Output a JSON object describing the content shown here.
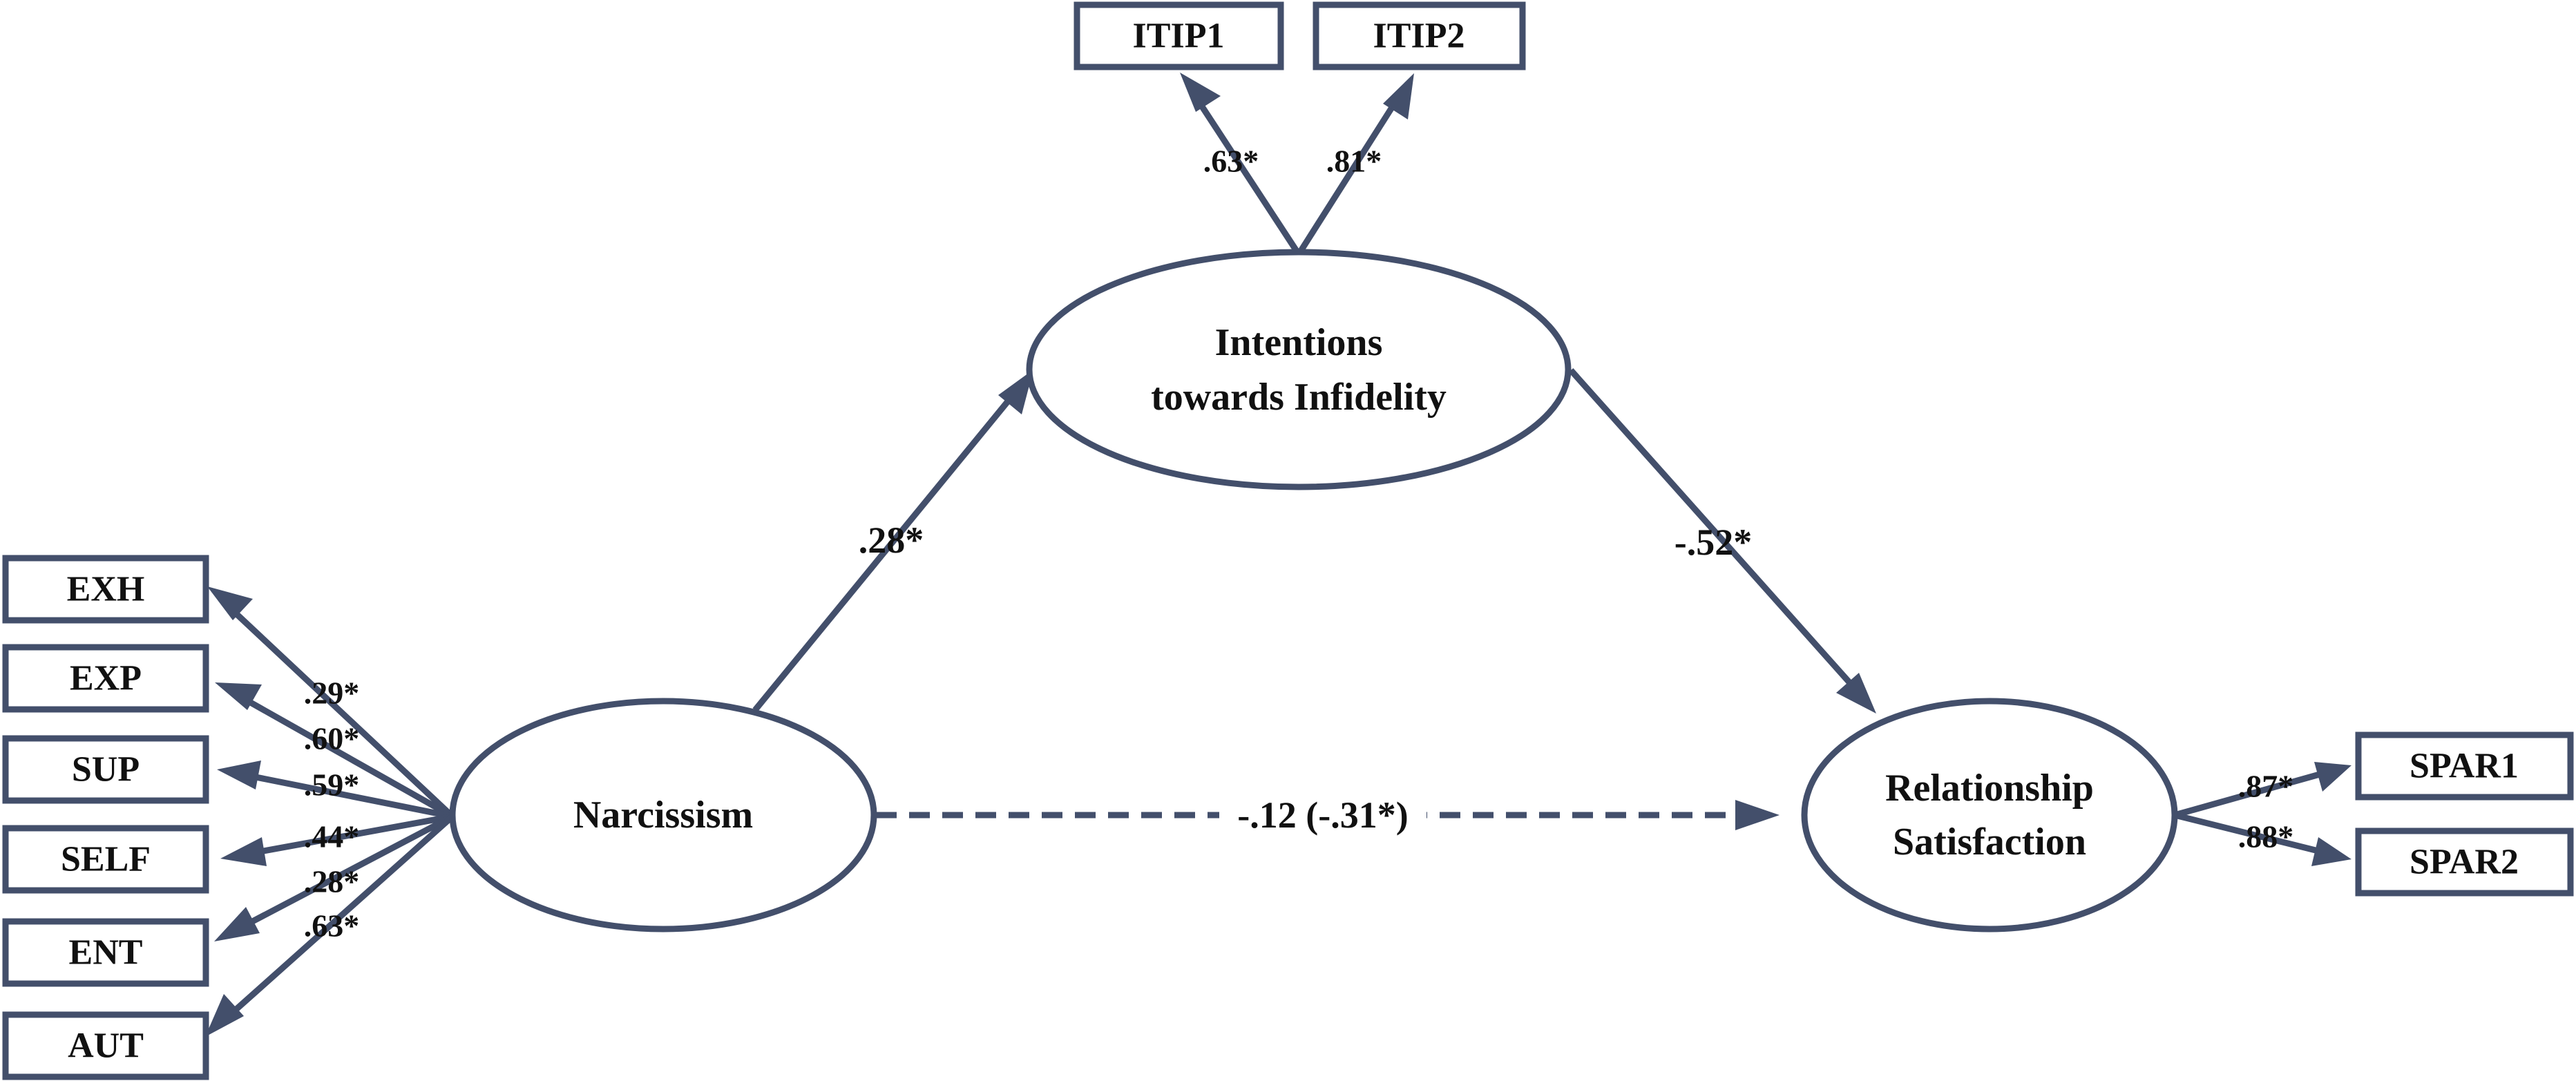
{
  "colors": {
    "stroke": "#434f6b",
    "text": "#111111"
  },
  "latents": {
    "narcissism": {
      "lines": [
        "Narcissism"
      ]
    },
    "infidelity": {
      "lines": [
        "Intentions",
        "towards Infidelity"
      ]
    },
    "satisfaction": {
      "lines": [
        "Relationship",
        "Satisfaction"
      ]
    }
  },
  "indicators": {
    "narcissism": [
      {
        "label": "EXH",
        "loading": ".29*"
      },
      {
        "label": "EXP",
        "loading": ".60*"
      },
      {
        "label": "SUP",
        "loading": ".59*"
      },
      {
        "label": "SELF",
        "loading": ".44*"
      },
      {
        "label": "ENT",
        "loading": ".28*"
      },
      {
        "label": "AUT",
        "loading": ".63*"
      }
    ],
    "infidelity": [
      {
        "label": "ITIP1",
        "loading": ".63*"
      },
      {
        "label": "ITIP2",
        "loading": ".81*"
      }
    ],
    "satisfaction": [
      {
        "label": "SPAR1",
        "loading": ".87*"
      },
      {
        "label": "SPAR2",
        "loading": ".88*"
      }
    ]
  },
  "paths": {
    "narcissism_to_infidelity": ".28*",
    "infidelity_to_satisfaction": "-.52*",
    "narcissism_to_satisfaction": "-.12 (-.31*)"
  }
}
